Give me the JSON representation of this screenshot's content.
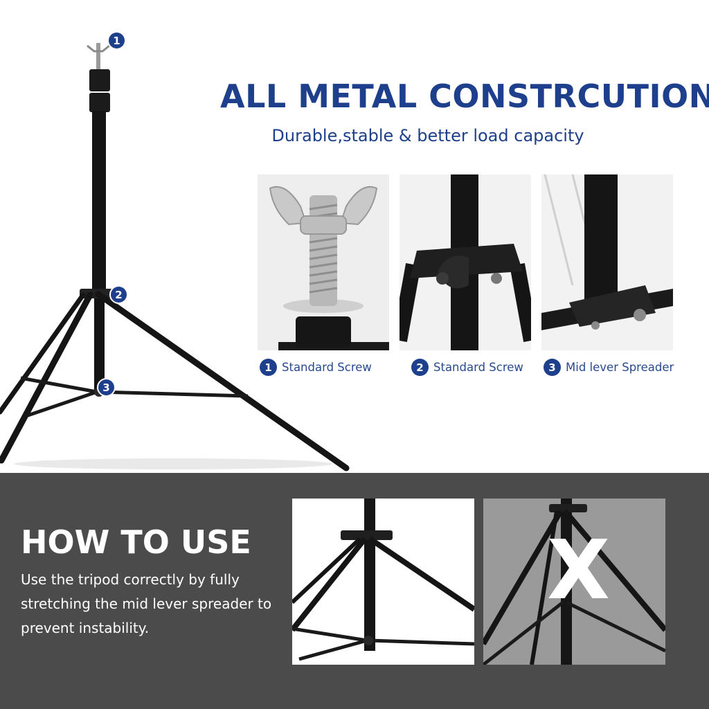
{
  "header": {
    "title": "ALL METAL CONSTRCUTION",
    "subtitle": "Durable,stable & better load capacity"
  },
  "markers": [
    "1",
    "2",
    "3"
  ],
  "details": [
    {
      "number": "1",
      "label": "Standard Screw"
    },
    {
      "number": "2",
      "label": "Standard Screw"
    },
    {
      "number": "3",
      "label": "Mid lever Spreader"
    }
  ],
  "how_to_use": {
    "title": "HOW TO USE",
    "body": "Use the tripod correctly by fully stretching the mid lever spreader to prevent instability.",
    "wrong_mark": "X"
  },
  "colors": {
    "brand_blue": "#1d3f8c",
    "dark_band": "#4b4b4b",
    "metal_black": "#111111"
  },
  "icons": [
    "wing-nut-screw-icon",
    "tripod-icon"
  ]
}
